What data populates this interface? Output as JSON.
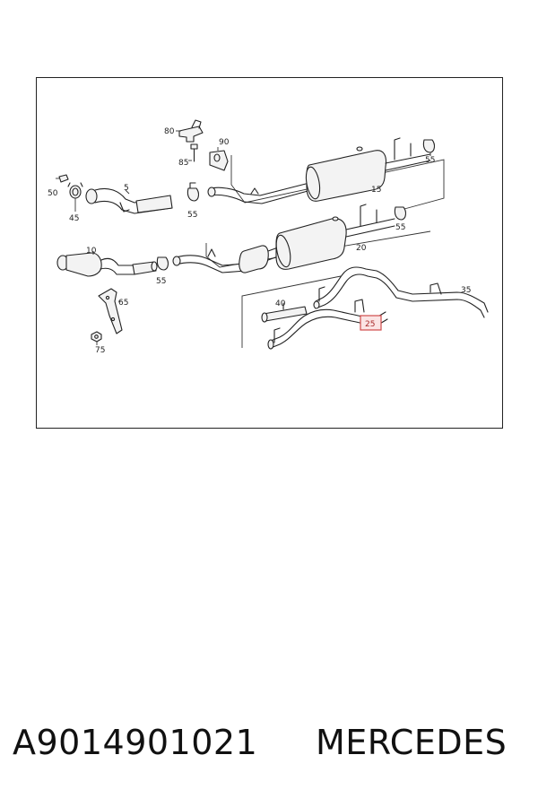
{
  "diagram": {
    "callouts": [
      "80",
      "90",
      "85",
      "15",
      "55",
      "50",
      "5",
      "45",
      "55",
      "55",
      "20",
      "10",
      "55",
      "65",
      "40",
      "35",
      "25",
      "75"
    ],
    "highlighted_callout": "25",
    "highlight_color": "#d04a4a"
  },
  "caption": {
    "part_number": "A9014901021",
    "brand": "MERCEDES"
  }
}
